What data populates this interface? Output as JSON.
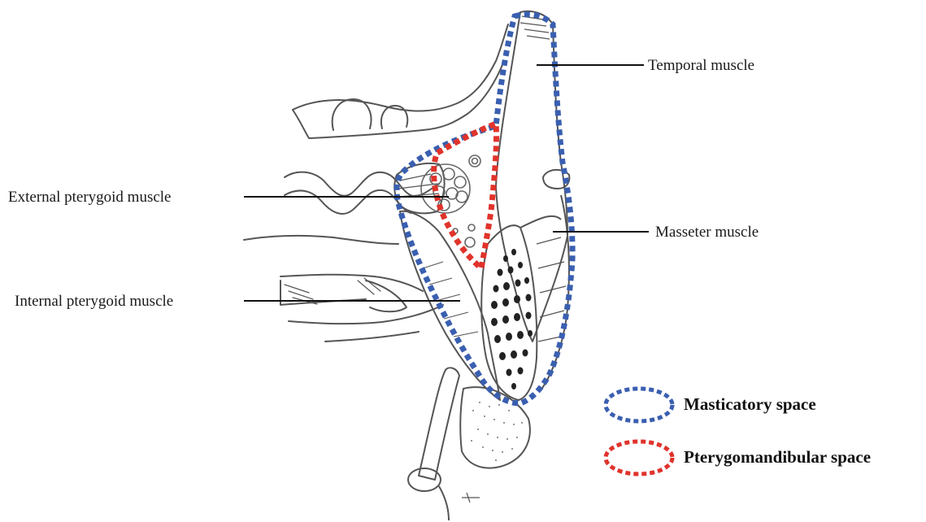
{
  "labels": {
    "temporal": "Temporal muscle",
    "external_pterygoid": "External pterygoid muscle",
    "masseter": "Masseter muscle",
    "internal_pterygoid": "Internal pterygoid muscle"
  },
  "legend": {
    "masticatory": {
      "label": "Masticatory space",
      "color": "#3a5fb0"
    },
    "pterygomandibular": {
      "label": "Pterygomandibular space",
      "color": "#e0332b"
    }
  },
  "colors": {
    "line_art": "#555555",
    "leader_line": "#111111"
  }
}
